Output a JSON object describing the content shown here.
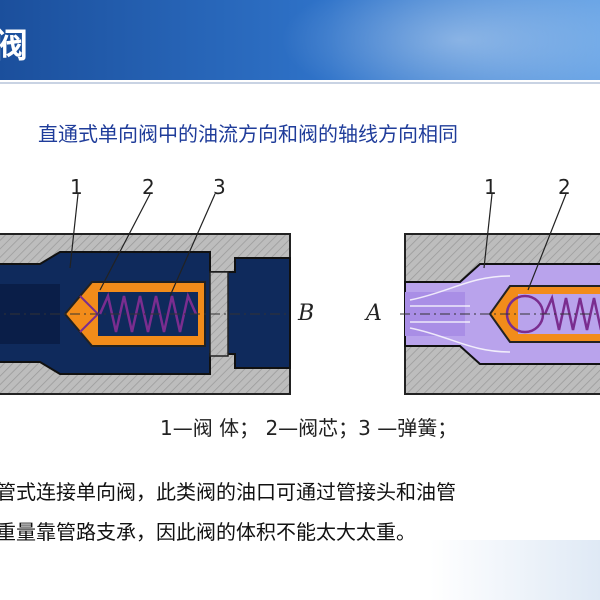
{
  "header": {
    "title": "阀"
  },
  "subtitle": "直通式单向阀中的油流方向和阀的轴线方向相同",
  "diagram": {
    "left_labels": [
      "1",
      "2",
      "3"
    ],
    "right_labels": [
      "1",
      "2"
    ],
    "port_b": "B",
    "port_a": "A"
  },
  "legend": "1—阀 体；  2—阀芯；3 —弹簧；",
  "body": {
    "line1": "管式连接单向阀，此类阀的油口可通过管接头和油管",
    "line2": "重量靠管路支承，因此阀的体积不能太大太重。"
  }
}
